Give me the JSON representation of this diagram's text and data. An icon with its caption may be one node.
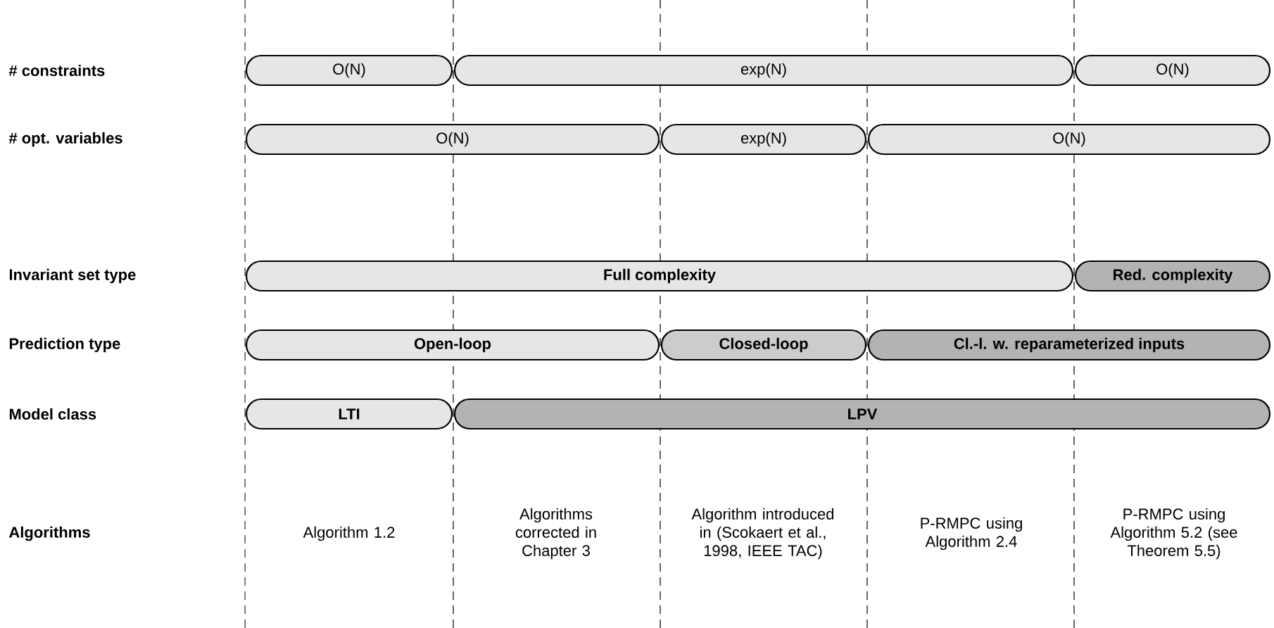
{
  "diagram": {
    "nodes": [
      {
        "text": [
          "O(N)"
        ]
      },
      {
        "text": [
          "exp(N)"
        ]
      },
      {
        "text": [
          "O(N)"
        ]
      },
      {
        "text": [
          "O(N)"
        ]
      },
      {
        "text": [
          "exp(N)"
        ]
      },
      {
        "text": [
          "O(N)"
        ]
      },
      {
        "text": [
          "Full complexity"
        ]
      },
      {
        "text": [
          "Red. complexity"
        ]
      },
      {
        "text": [
          "Open-loop"
        ]
      },
      {
        "text": [
          "Closed-loop"
        ]
      },
      {
        "text": [
          "Cl.-l. w. reparameterized inputs"
        ]
      },
      {
        "text": [
          "LTI"
        ]
      },
      {
        "text": [
          "LPV"
        ]
      }
    ],
    "labels": [
      "# constraints",
      "# opt. variables",
      "Invariant set type",
      "Prediction type",
      "Model class",
      "Algorithms",
      "Algorithm 1.2",
      "Algorithms corrected in Chapter 3",
      "Algorithm introduced in (Scokaert et al., 1998, IEEE TAC)",
      "P-RMPC using Algorithm 2.4",
      "P-RMPC using Algorithm 5.2 (see Theorem 5.5)"
    ]
  }
}
